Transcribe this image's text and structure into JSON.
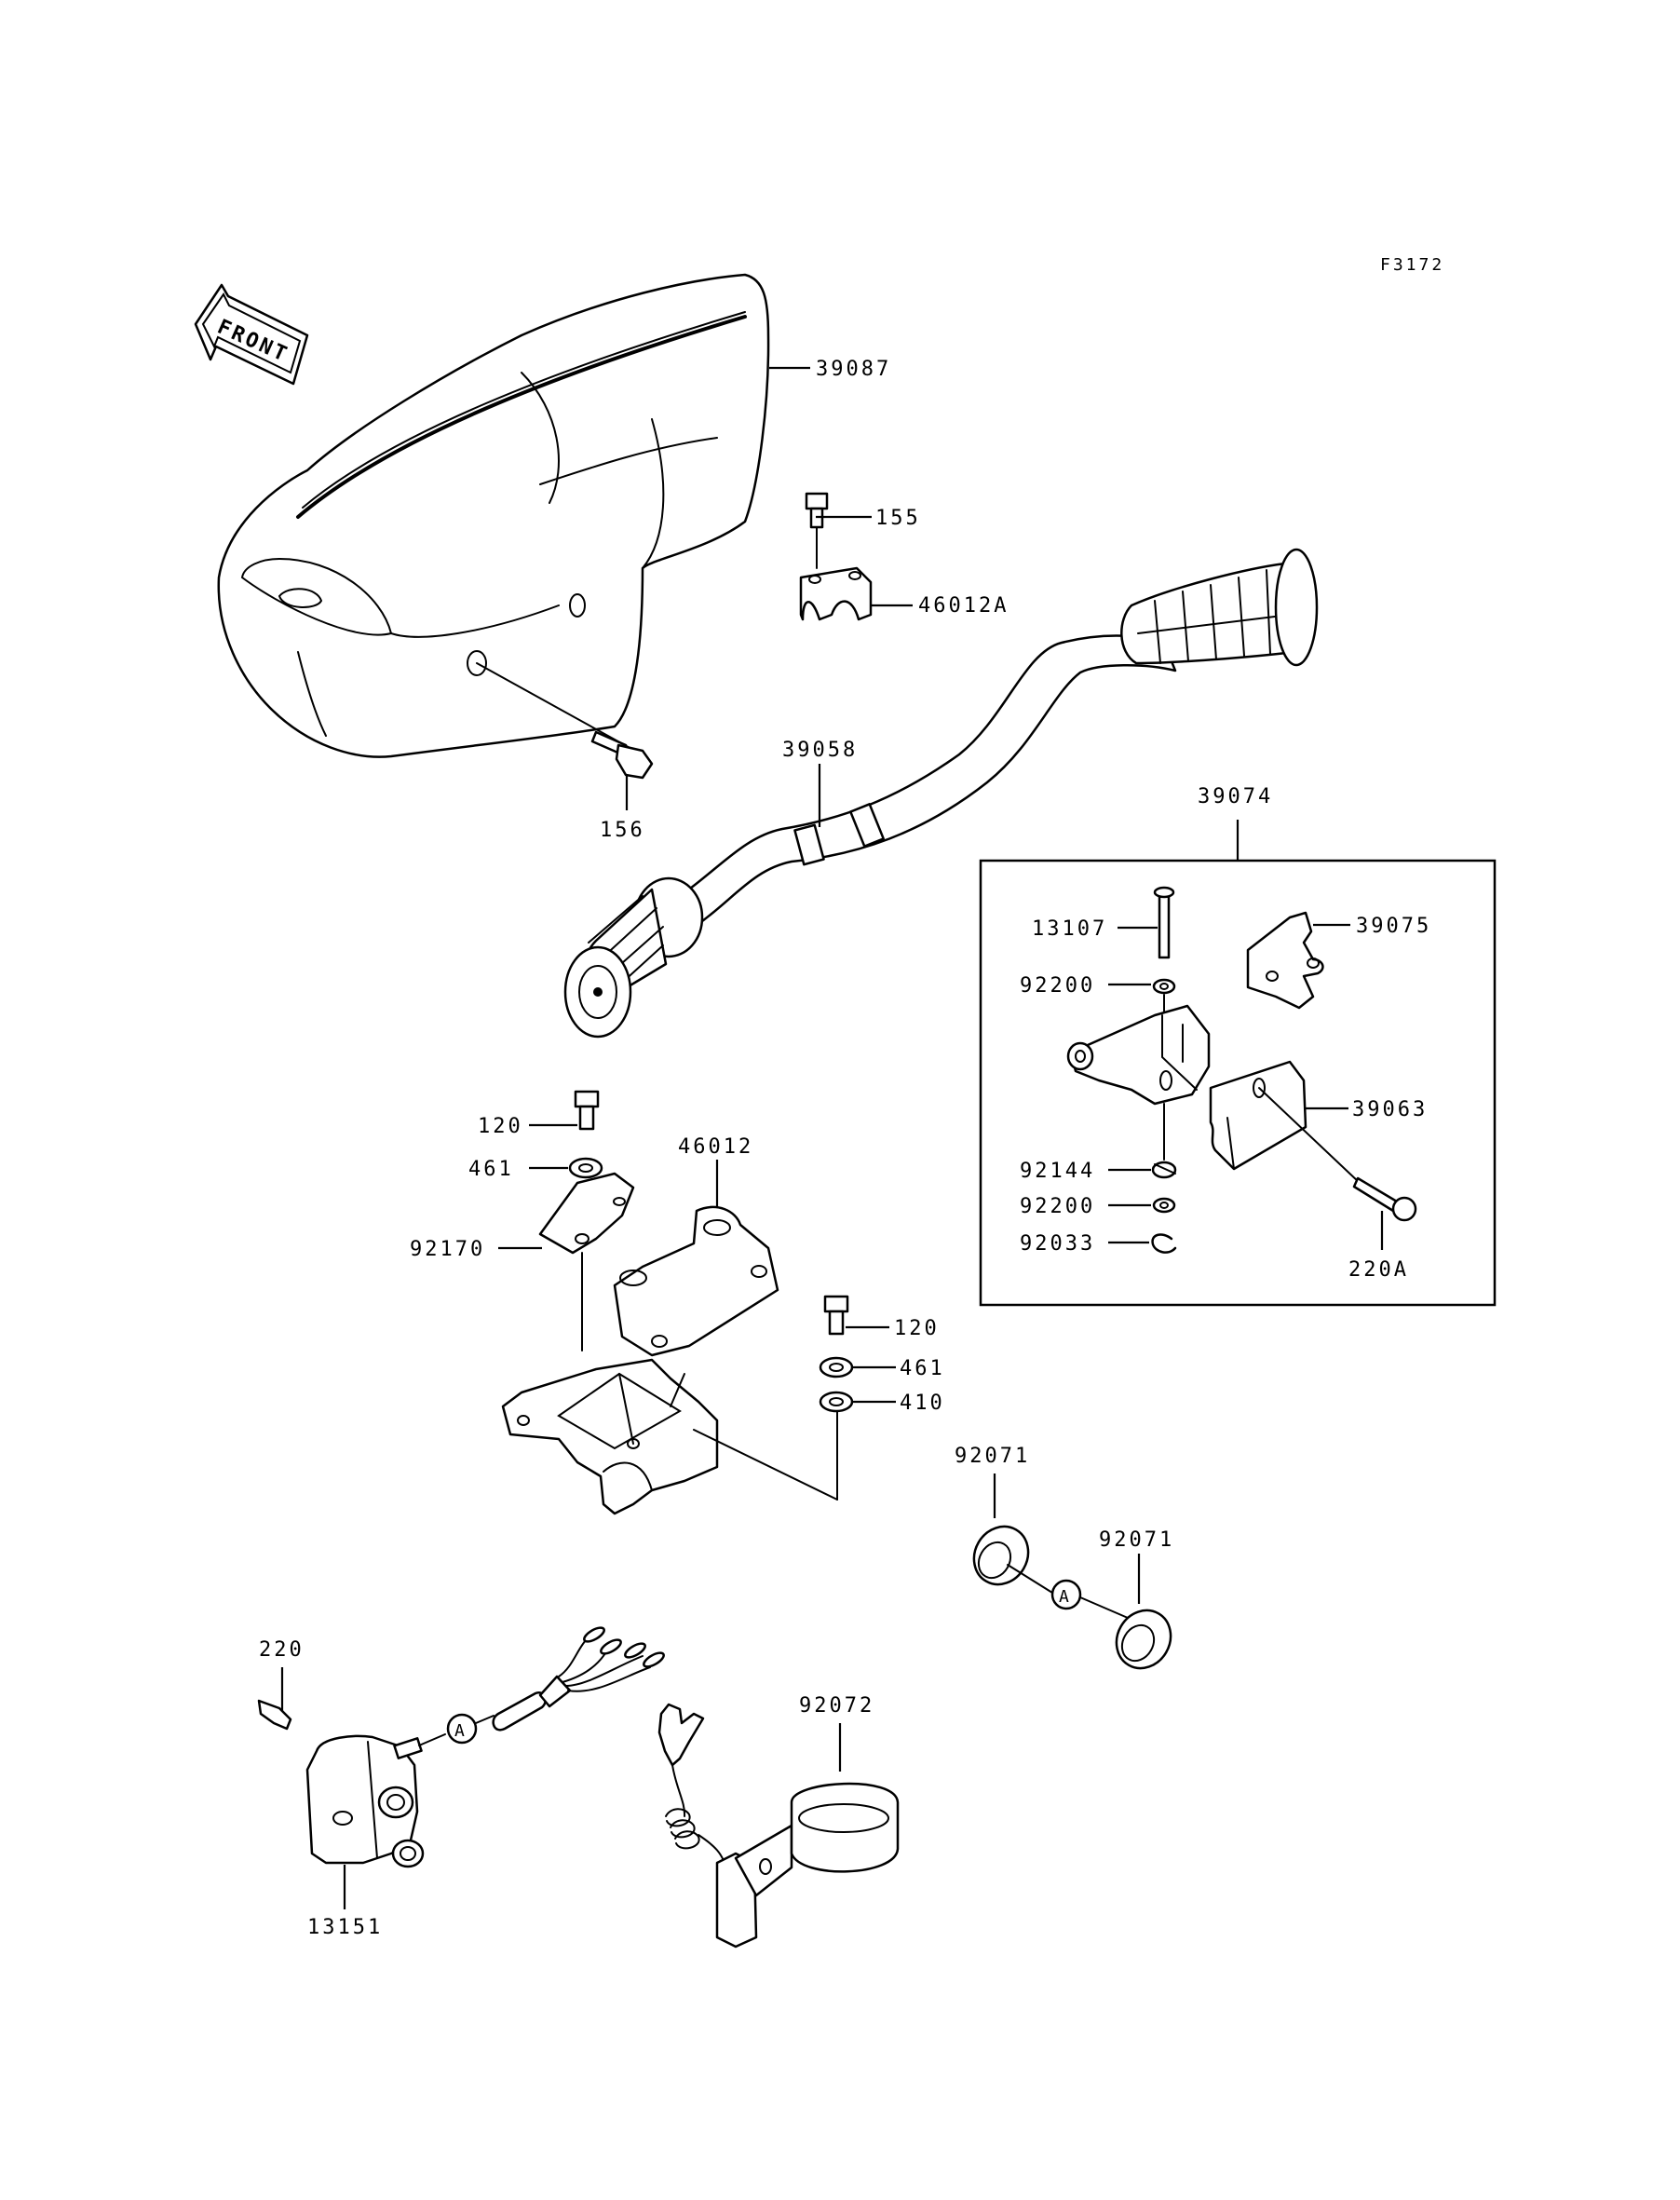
{
  "figure_id": "F3172",
  "front_label": "FRONT",
  "ref_marker": "A",
  "parts": {
    "p39087": "39087",
    "p155": "155",
    "p46012A": "46012A",
    "p156": "156",
    "p39058": "39058",
    "p39074": "39074",
    "p13107": "13107",
    "p39075": "39075",
    "p92200a": "92200",
    "p39063": "39063",
    "p92144": "92144",
    "p92200b": "92200",
    "p92033": "92033",
    "p220A": "220A",
    "p120a": "120",
    "p461a": "461",
    "p46012": "46012",
    "p92170": "92170",
    "p120b": "120",
    "p461b": "461",
    "p410": "410",
    "p92071a": "92071",
    "p92071b": "92071",
    "p220": "220",
    "p92072": "92072",
    "p13151": "13151"
  }
}
